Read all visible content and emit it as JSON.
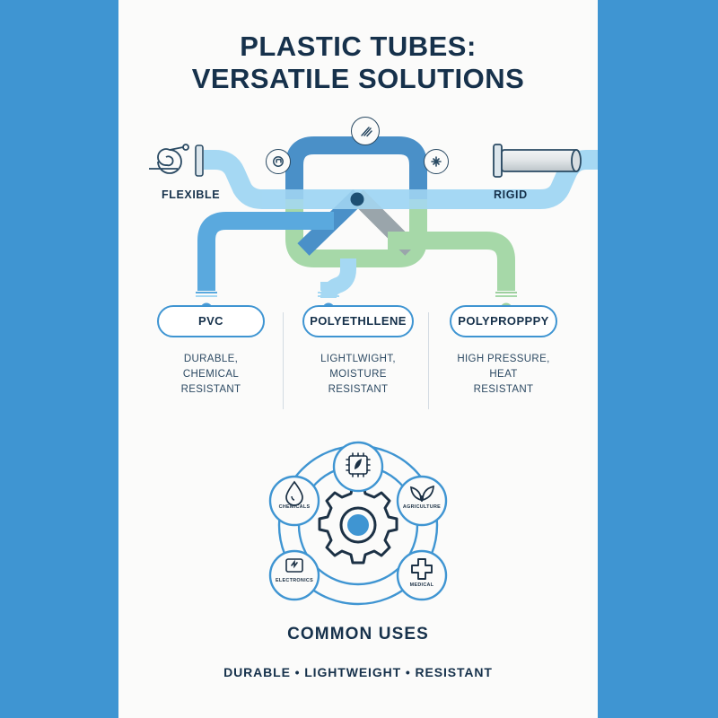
{
  "poster": {
    "side_color": "#3f95d2",
    "panel_color": "#fbfbfa",
    "navy": "#16314b"
  },
  "title": {
    "line1": "PLASTIC TUBES:",
    "line2": "VERSATILE SOLUTIONS"
  },
  "flow": {
    "left_label": "FLEXIBLE",
    "right_label": "RIGID",
    "left_icon": "coiled-hose-icon",
    "right_icon": "rigid-pipe-icon",
    "node_icons": [
      {
        "name": "pipe-layers-icon",
        "position": "top-center"
      },
      {
        "name": "pipe-bend-icon",
        "position": "left"
      },
      {
        "name": "pipe-junction-icon",
        "position": "right"
      }
    ],
    "pipe_colors": {
      "flexible": "#a5d8f3",
      "pvc": "#5aa9de",
      "polyethylene": "#a5d8f3",
      "polypropylene": "#a6d8a8",
      "hub_blue": "#4a90c8",
      "hub_grey": "#9aa5ab",
      "hub_dot": "#1d4f73"
    }
  },
  "materials": [
    {
      "name": "PVC",
      "description": "DURABLE,\nCHEMICAL\nRESISTANT",
      "dot_color": "#4a9ad6"
    },
    {
      "name": "POLYETHLLENE",
      "description": "LIGHTLWIGHT,\nMOISTURE\nRESISTANT",
      "dot_color": "#4a9ad6"
    },
    {
      "name": "POLYPROPPPY",
      "description": "HIGH PRESSURE,\nHEAT\nRESISTANT",
      "dot_color": "#9ecf9f"
    }
  ],
  "wheel": {
    "center_icon": "gear-icon",
    "center_dot_color": "#3f95d2",
    "ring_color": "#3f95d2",
    "nodes": [
      {
        "label": "",
        "icon": "microchip-icon",
        "angle": "top"
      },
      {
        "label": "AGRICULTURE",
        "icon": "leaf-icon",
        "angle": "upper-right"
      },
      {
        "label": "MEDICAL",
        "icon": "medical-cross-icon",
        "angle": "lower-right"
      },
      {
        "label": "ELECTRONICS",
        "icon": "electronics-icon",
        "angle": "lower-left"
      },
      {
        "label": "CHEMICALS",
        "icon": "water-droplet-icon",
        "angle": "upper-left"
      }
    ]
  },
  "footer": {
    "heading": "COMMON USES",
    "tagline": "DURABLE • LIGHTWEIGHT • RESISTANT"
  }
}
